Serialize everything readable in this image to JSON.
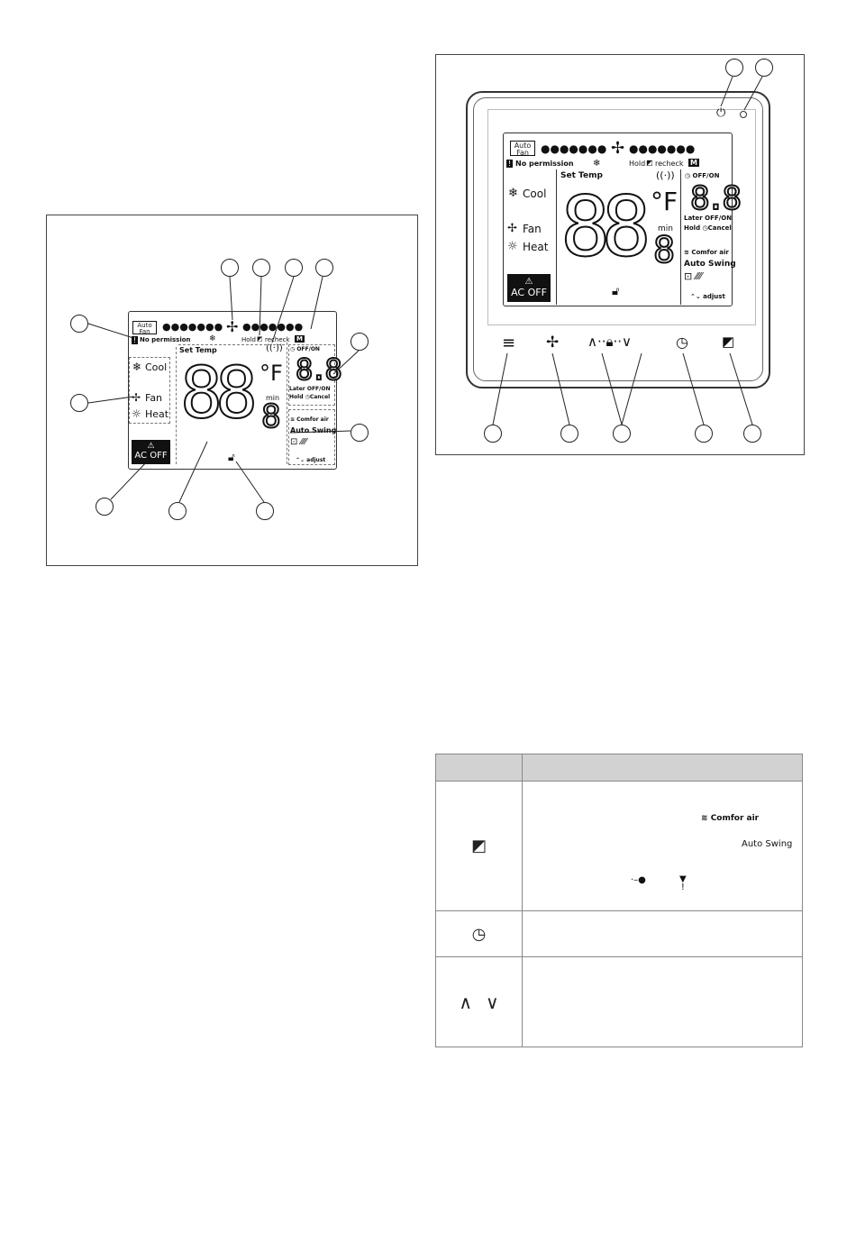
{
  "lcd": {
    "auto_fan": [
      "Auto",
      "Fan"
    ],
    "no_permission": "No permission",
    "hold_recheck": "Hold",
    "recheck": "recheck",
    "m_badge": "M",
    "set_temp": "Set Temp",
    "cool": "Cool",
    "fan": "Fan",
    "heat": "Heat",
    "ac_off": "AC OFF",
    "big_digits": "88",
    "unit": "°F",
    "min": "min",
    "small_digit": "8",
    "off_on": "OFF/ON",
    "timer_digits": "8.8",
    "later_off_on": "Later OFF/ON",
    "hold": "Hold",
    "cancel": "Cancel",
    "comfort_air": "Comfor air",
    "auto_swing": "Auto Swing",
    "adjust": "adjust"
  },
  "table": {
    "header": [
      "",
      ""
    ],
    "rows": [
      {
        "icon": "swing-icon",
        "comfort_air": "Comfor air",
        "auto_swing": "Auto Swing"
      },
      {
        "icon": "clock-icon"
      },
      {
        "icon": "up-down-arrows-icon"
      }
    ]
  }
}
